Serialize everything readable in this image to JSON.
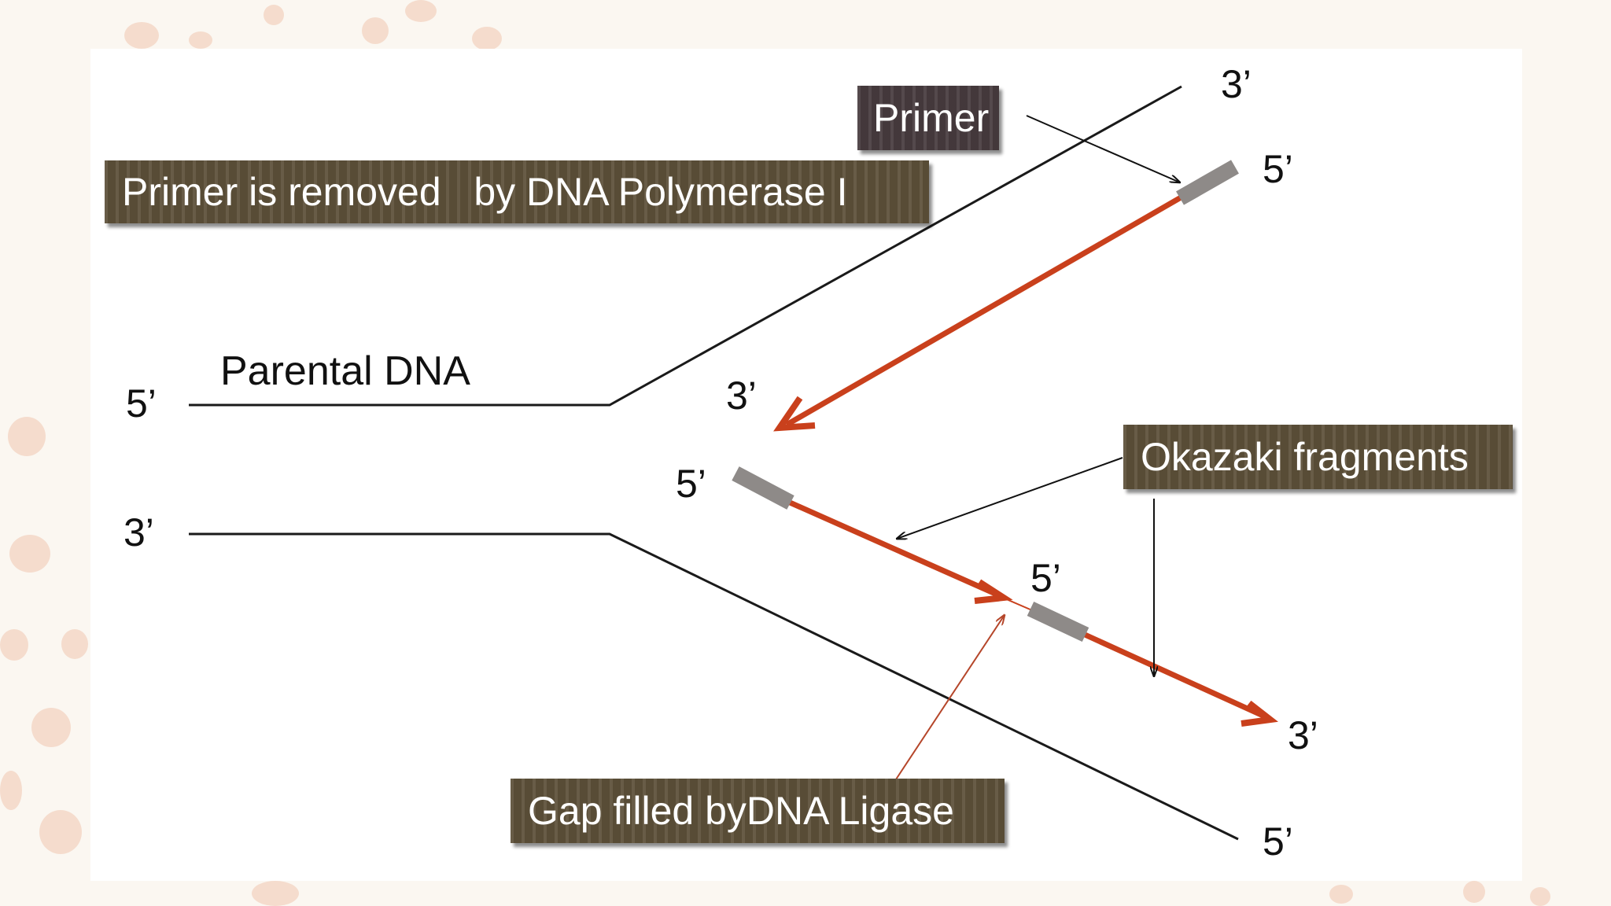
{
  "labels": {
    "primer": "Primer",
    "primer_removed": "Primer is removed   by DNA Polymerase I",
    "parental_dna": "Parental DNA",
    "okazaki": "Okazaki fragments",
    "gap_filled": "Gap filled byDNA Ligase"
  },
  "ends": {
    "top_strand_left": "5’",
    "top_strand_right": "3’",
    "leading_primer_end": "5’",
    "leading_arrow_end": "3’",
    "fragment1_start": "5’",
    "fragment2_start": "5’",
    "fragment2_end": "3’",
    "bottom_strand_left": "3’",
    "bottom_strand_right": "5’"
  },
  "colors": {
    "new_strand": "#c9401c",
    "primer": "#8e8a88",
    "gap_pointer": "#b5462a",
    "label_box": "#5d5039",
    "primer_box": "#473b3e"
  }
}
